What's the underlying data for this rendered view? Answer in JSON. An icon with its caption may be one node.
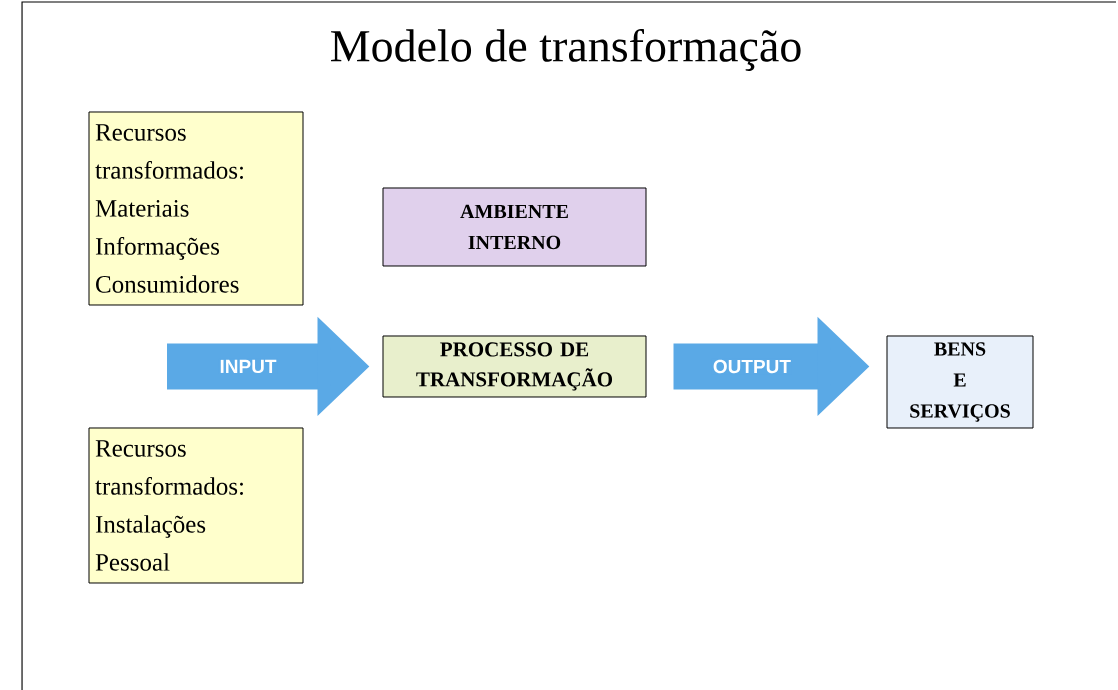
{
  "diagram": {
    "title": "Modelo de transformação",
    "nodes": [
      {
        "text": [
          "Recursos transformados:",
          "Materiais",
          "Informações",
          "Consumidores"
        ]
      },
      {
        "text": [
          "AMBIENTE INTERNO"
        ]
      },
      {
        "text": [
          "PROCESSO DE TRANSFORMAÇÃO"
        ]
      },
      {
        "text": [
          "BENS E SERVIÇOS"
        ]
      },
      {
        "text": [
          "Recursos transformados:",
          "Instalações",
          "Pessoal"
        ]
      }
    ],
    "edges": [
      {
        "from": null,
        "to": 2,
        "arrow": "to",
        "label": "INPUT"
      },
      {
        "from": 2,
        "to": 3,
        "arrow": "to",
        "label": "OUTPUT"
      }
    ]
  }
}
